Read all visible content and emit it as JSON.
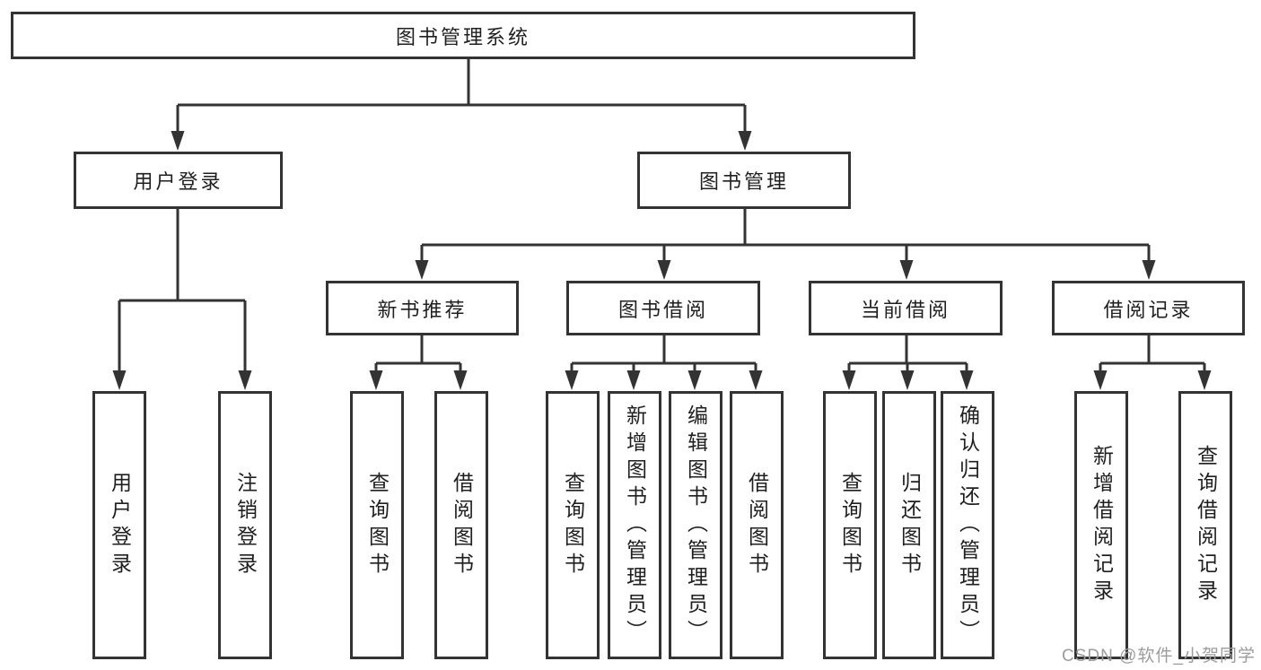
{
  "tree": {
    "root": {
      "label": "图书管理系统"
    },
    "user_login": {
      "label": "用户登录",
      "children": {
        "login": {
          "label": "用户登录"
        },
        "logout": {
          "label": "注销登录"
        }
      }
    },
    "book_management": {
      "label": "图书管理",
      "children": {
        "new_book_recommend": {
          "label": "新书推荐",
          "children": {
            "query_books": {
              "label": "查询图书"
            },
            "borrow_books": {
              "label": "借阅图书"
            }
          }
        },
        "book_borrowing": {
          "label": "图书借阅",
          "children": {
            "query_books": {
              "label": "查询图书"
            },
            "add_books_admin": {
              "label": "新增图书（管理员）"
            },
            "edit_books_admin": {
              "label": "编辑图书（管理员）"
            },
            "borrow_books": {
              "label": "借阅图书"
            }
          }
        },
        "current_borrowing": {
          "label": "当前借阅",
          "children": {
            "query_books": {
              "label": "查询图书"
            },
            "return_books": {
              "label": "归还图书"
            },
            "confirm_return_admin": {
              "label": "确认归还（管理员）"
            }
          }
        },
        "borrowing_records": {
          "label": "借阅记录",
          "children": {
            "add_borrow_record": {
              "label": "新增借阅记录"
            },
            "query_borrow_record": {
              "label": "查询借阅记录"
            }
          }
        }
      }
    }
  },
  "watermark": "CSDN @软件_小贺同学",
  "colors": {
    "line": "#333333",
    "box_border": "#333333",
    "text": "#1f1f1f",
    "watermark": "#9c9c9c",
    "background": "#ffffff"
  }
}
